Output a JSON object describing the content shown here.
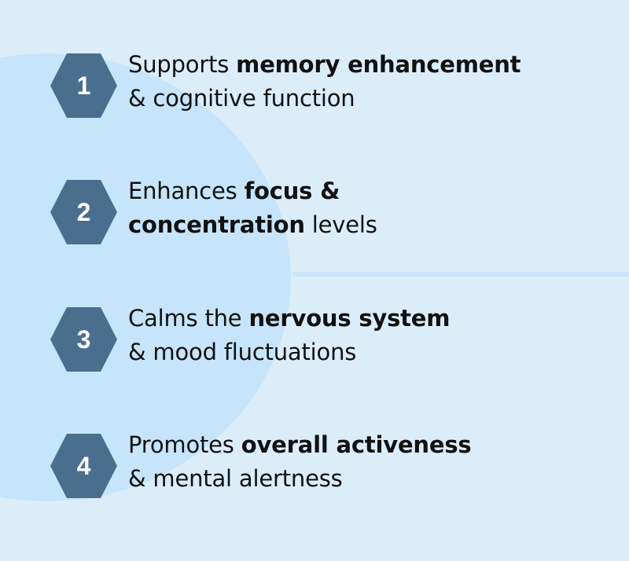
{
  "colors": {
    "background": "#dcedfa",
    "circle": "#c6e5fb",
    "divider": "#c9e4f8",
    "hexagon": "#4a6f8e",
    "hex_number": "#ffffff",
    "text": "#111111"
  },
  "items": [
    {
      "number": "1",
      "line1_pre": "Supports ",
      "line1_bold": "memory enhancement",
      "line1_post": "",
      "line2_bold": "",
      "line2_post": "& cognitive function"
    },
    {
      "number": "2",
      "line1_pre": "Enhances ",
      "line1_bold": "focus &",
      "line1_post": "",
      "line2_bold": "concentration",
      "line2_post": " levels"
    },
    {
      "number": "3",
      "line1_pre": "Calms the ",
      "line1_bold": "nervous system",
      "line1_post": "",
      "line2_bold": "",
      "line2_post": "& mood fluctuations"
    },
    {
      "number": "4",
      "line1_pre": "Promotes ",
      "line1_bold": "overall activeness",
      "line1_post": "",
      "line2_bold": "",
      "line2_post": "& mental alertness"
    }
  ]
}
